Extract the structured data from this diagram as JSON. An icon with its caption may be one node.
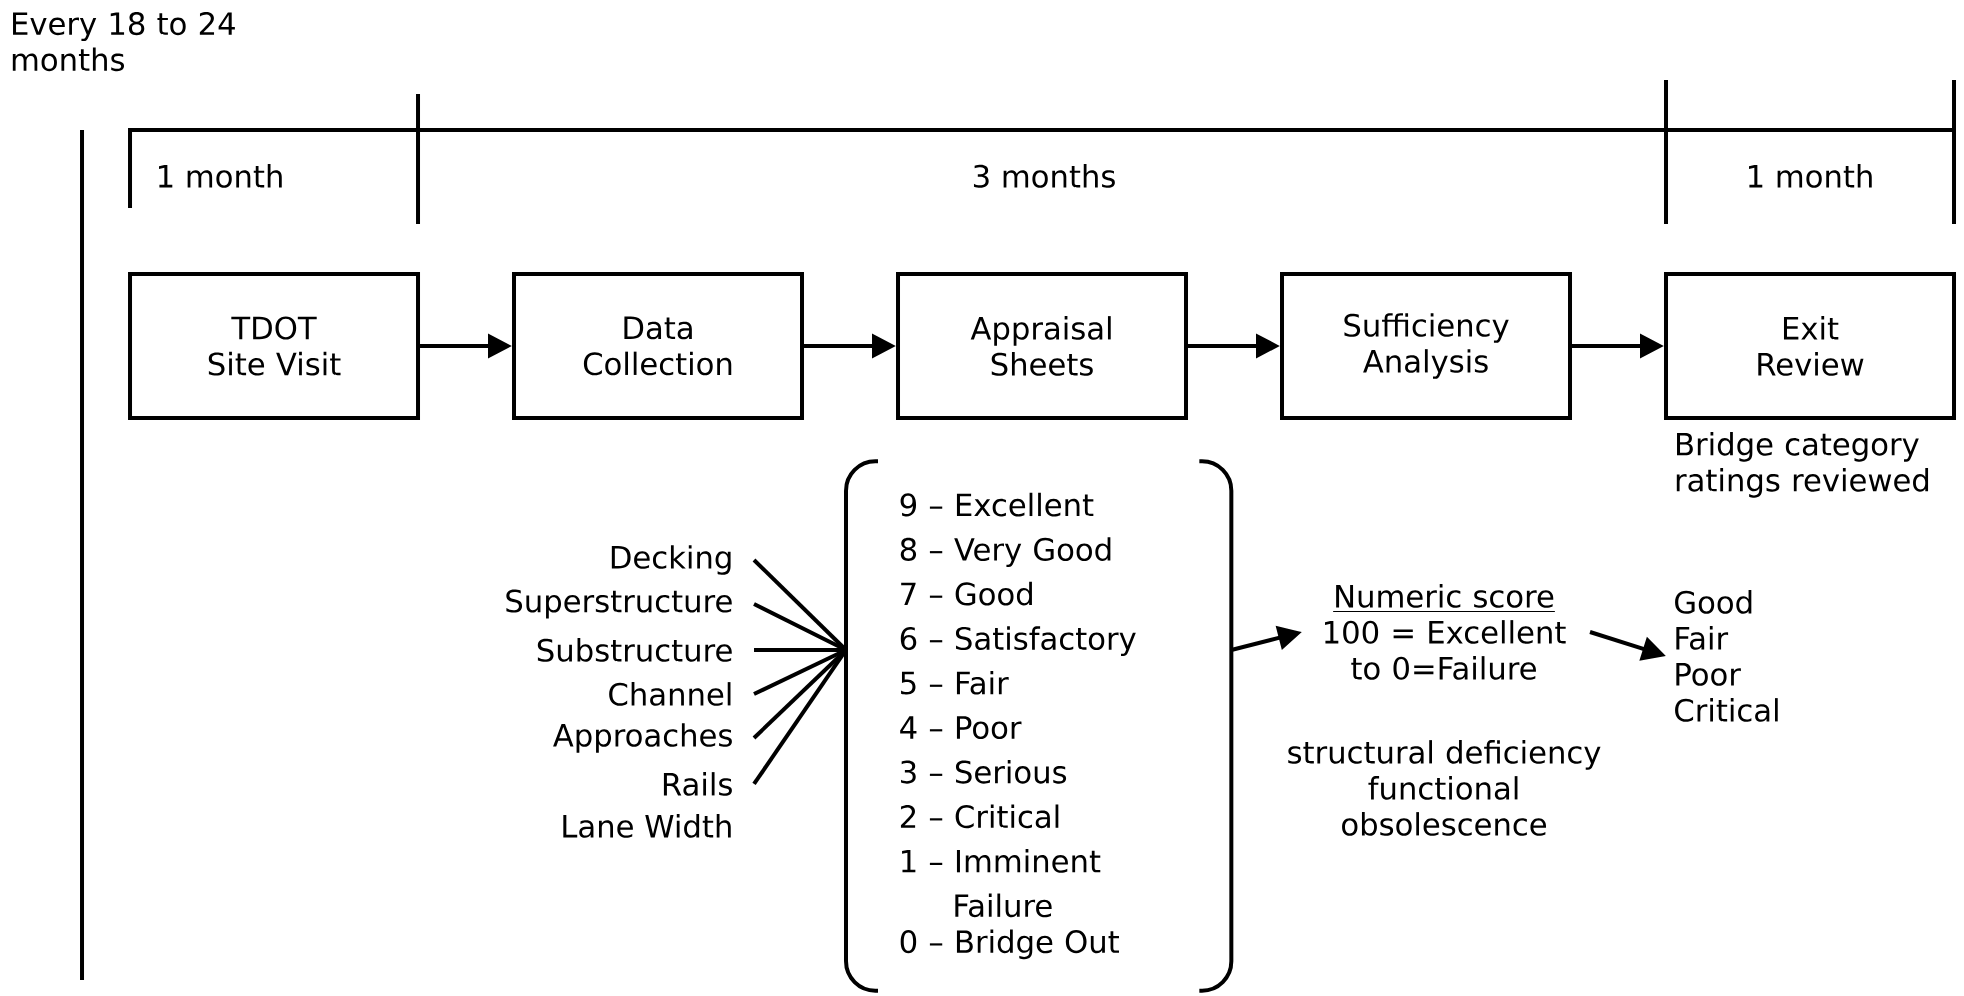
{
  "diagram": {
    "nodes": [
      {
        "text": [
          "TDOT Site Visit"
        ]
      },
      {
        "text": [
          "Data Collection"
        ]
      },
      {
        "text": [
          "Appraisal Sheets"
        ]
      },
      {
        "text": [
          "Sufficiency Analysis"
        ]
      },
      {
        "text": [
          "Exit Review"
        ],
        "beside": [
          "Bridge category ratings reviewed"
        ]
      },
      {
        "text": [
          "Decking"
        ]
      },
      {
        "text": [
          "Superstructure"
        ]
      },
      {
        "text": [
          "Substructure"
        ]
      },
      {
        "text": [
          "Channel"
        ]
      },
      {
        "text": [
          "Approaches"
        ]
      },
      {
        "text": [
          "Rails"
        ]
      },
      {
        "text": [
          "Lane Width"
        ]
      },
      {
        "text": [
          "9 – Excellent",
          "8 – Very Good",
          "7 – Good",
          "6 – Satisfactory",
          "5 – Fair",
          "4 – Poor",
          "3 – Serious",
          "2 – Critical",
          "1 – Imminent Failure",
          "0 – Bridge Out"
        ]
      },
      {
        "text": [
          "Numeric score",
          "100 = Excellent to 0=Failure"
        ],
        "beside": [
          "structural deficiency functional obsolescence"
        ]
      },
      {
        "text": [
          "Good",
          "Fair",
          "Poor",
          "Critical"
        ]
      }
    ],
    "edges": [
      {
        "from": 0,
        "to": 1,
        "arrow": "to"
      },
      {
        "from": 1,
        "to": 2,
        "arrow": "to"
      },
      {
        "from": 2,
        "to": 3,
        "arrow": "to"
      },
      {
        "from": 3,
        "to": 4,
        "arrow": "to"
      },
      {
        "from": 5,
        "to": 12,
        "arrow": "none"
      },
      {
        "from": 6,
        "to": 12,
        "arrow": "none"
      },
      {
        "from": 7,
        "to": 12,
        "arrow": "none"
      },
      {
        "from": 8,
        "to": 12,
        "arrow": "none"
      },
      {
        "from": 9,
        "to": 12,
        "arrow": "none"
      },
      {
        "from": 10,
        "to": 12,
        "arrow": "none"
      },
      {
        "from": 12,
        "to": 13,
        "arrow": "to"
      },
      {
        "from": 13,
        "to": 14,
        "arrow": "to"
      }
    ],
    "labels": [
      "Every 18 to 24 months",
      "1 month",
      "3 months",
      "1 month"
    ]
  }
}
